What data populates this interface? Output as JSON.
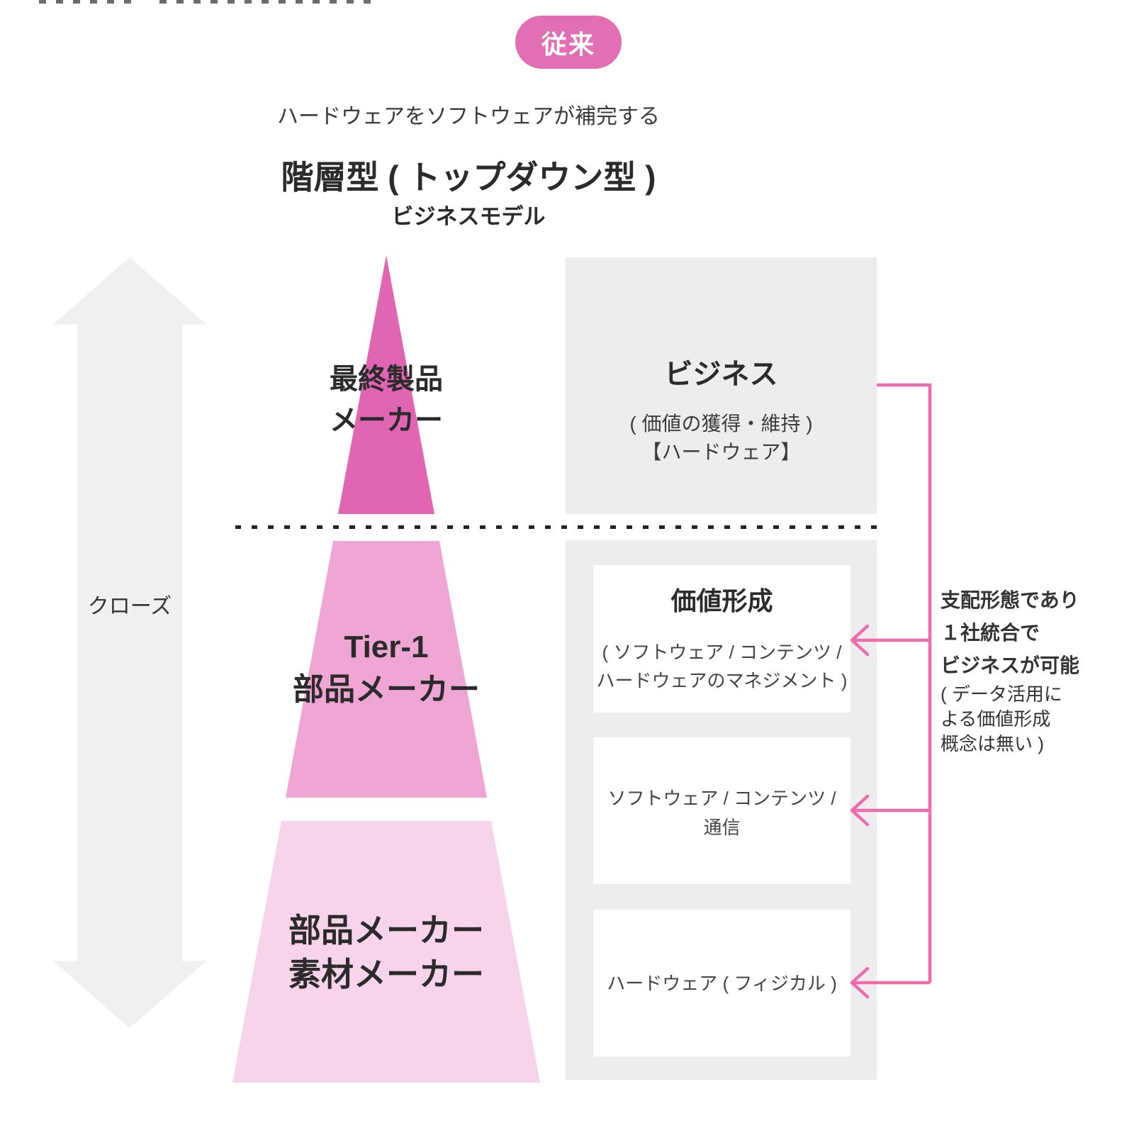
{
  "badge": {
    "label": "従来"
  },
  "header": {
    "subtitle": "ハードウェアをソフトウェアが補完する",
    "title": "階層型 ( トップダウン型 )",
    "subtitle2": "ビジネスモデル"
  },
  "left_arrow": {
    "label": "クローズ"
  },
  "pyramid": {
    "tiers": [
      {
        "line1": "最終製品",
        "line2": "メーカー",
        "color": "#e065b2"
      },
      {
        "line1": "Tier-1",
        "line2": "部品メーカー",
        "color": "#efa6d4"
      },
      {
        "line1": "部品メーカー",
        "line2": "素材メーカー",
        "color": "#f7d4e9"
      }
    ]
  },
  "right_panel": {
    "business_box": {
      "title": "ビジネス",
      "line1": "( 価値の獲得・維持 )",
      "line2": "【ハードウェア】"
    },
    "boxes": [
      {
        "title": "価値形成",
        "line1": "( ソフトウェア / コンテンツ /",
        "line2": "ハードウェアのマネジメント )"
      },
      {
        "line1": "ソフトウェア / コンテンツ /",
        "line2": "通信"
      },
      {
        "line1": "ハードウェア ( フィジカル )"
      }
    ]
  },
  "annotation": {
    "lines": [
      "支配形態であり",
      "１社統合で",
      "ビジネスが可能",
      "( データ活用に",
      "よる価値形成",
      "概念は無い )"
    ]
  },
  "colors": {
    "badge_pink": "#e26fb4",
    "tier_top_pink": "#e065b2",
    "tier_mid_pink": "#efa6d4",
    "tier_bottom_pink": "#f7d4e9",
    "connector_pink": "#ee6bad",
    "panel_gray": "#ededed",
    "arrow_gray": "#f0f0f0"
  }
}
